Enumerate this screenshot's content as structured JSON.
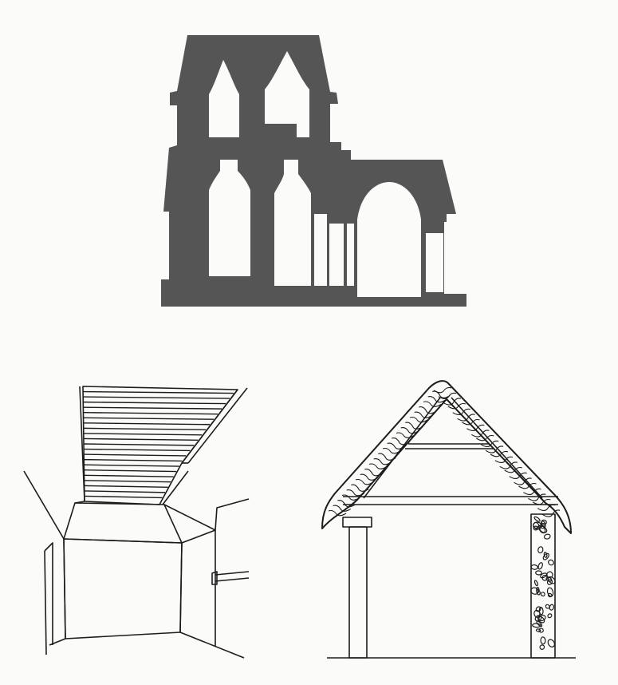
{
  "colors": {
    "paper": "#fbfbf9",
    "ink": "#1c1c1c",
    "silhouette": "#555555"
  },
  "figures": [
    {
      "name": "section-silhouette",
      "icon": "corbelled-arch-section"
    },
    {
      "name": "interior-perspective",
      "icon": "room-with-beamed-ceiling"
    },
    {
      "name": "hut-cross-section",
      "icon": "thatched-roof-hut"
    }
  ]
}
